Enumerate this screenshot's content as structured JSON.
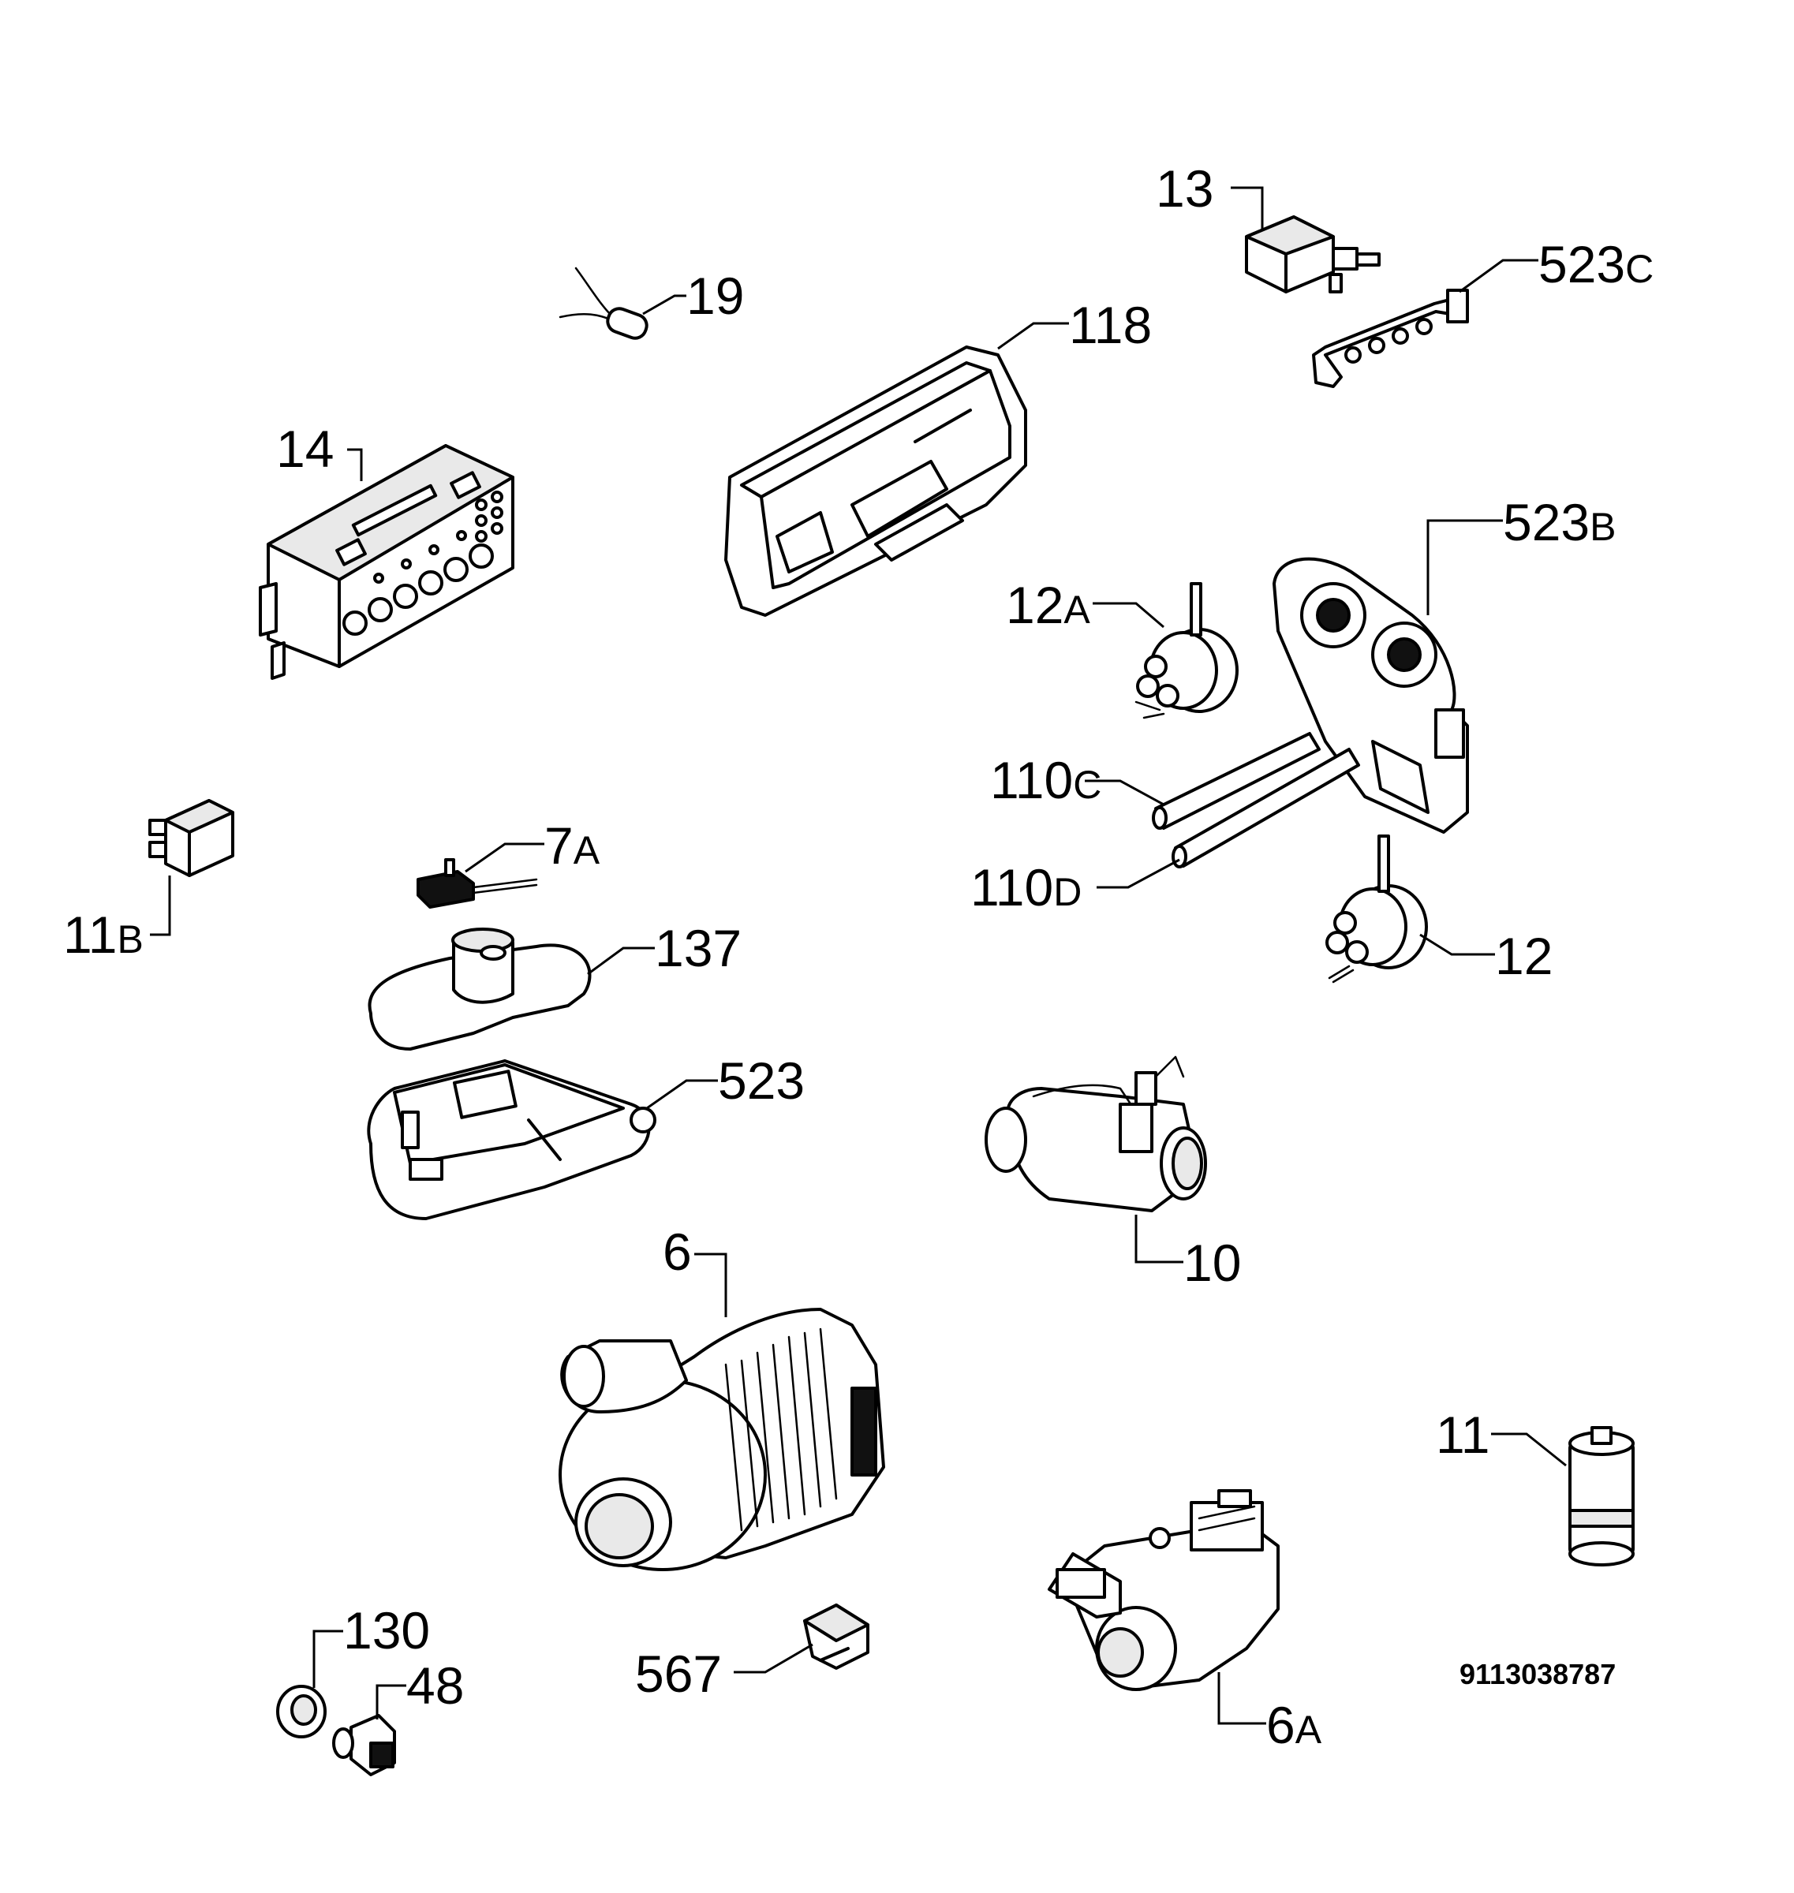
{
  "diagram_code": "9113038787",
  "callouts": [
    {
      "id": "13",
      "num": "13",
      "suffix": ""
    },
    {
      "id": "523c",
      "num": "523",
      "suffix": "C"
    },
    {
      "id": "19",
      "num": "19",
      "suffix": ""
    },
    {
      "id": "118",
      "num": "118",
      "suffix": ""
    },
    {
      "id": "14",
      "num": "14",
      "suffix": ""
    },
    {
      "id": "523b",
      "num": "523",
      "suffix": "B"
    },
    {
      "id": "12a",
      "num": "12",
      "suffix": "A"
    },
    {
      "id": "110c",
      "num": "110",
      "suffix": "C"
    },
    {
      "id": "110d",
      "num": "110",
      "suffix": "D"
    },
    {
      "id": "12",
      "num": "12",
      "suffix": ""
    },
    {
      "id": "11b",
      "num": "11",
      "suffix": "B"
    },
    {
      "id": "7a",
      "num": "7",
      "suffix": "A"
    },
    {
      "id": "137",
      "num": "137",
      "suffix": ""
    },
    {
      "id": "523",
      "num": "523",
      "suffix": ""
    },
    {
      "id": "10",
      "num": "10",
      "suffix": ""
    },
    {
      "id": "6",
      "num": "6",
      "suffix": ""
    },
    {
      "id": "11",
      "num": "11",
      "suffix": ""
    },
    {
      "id": "130",
      "num": "130",
      "suffix": ""
    },
    {
      "id": "48",
      "num": "48",
      "suffix": ""
    },
    {
      "id": "567",
      "num": "567",
      "suffix": ""
    },
    {
      "id": "6a",
      "num": "6",
      "suffix": "A"
    }
  ]
}
